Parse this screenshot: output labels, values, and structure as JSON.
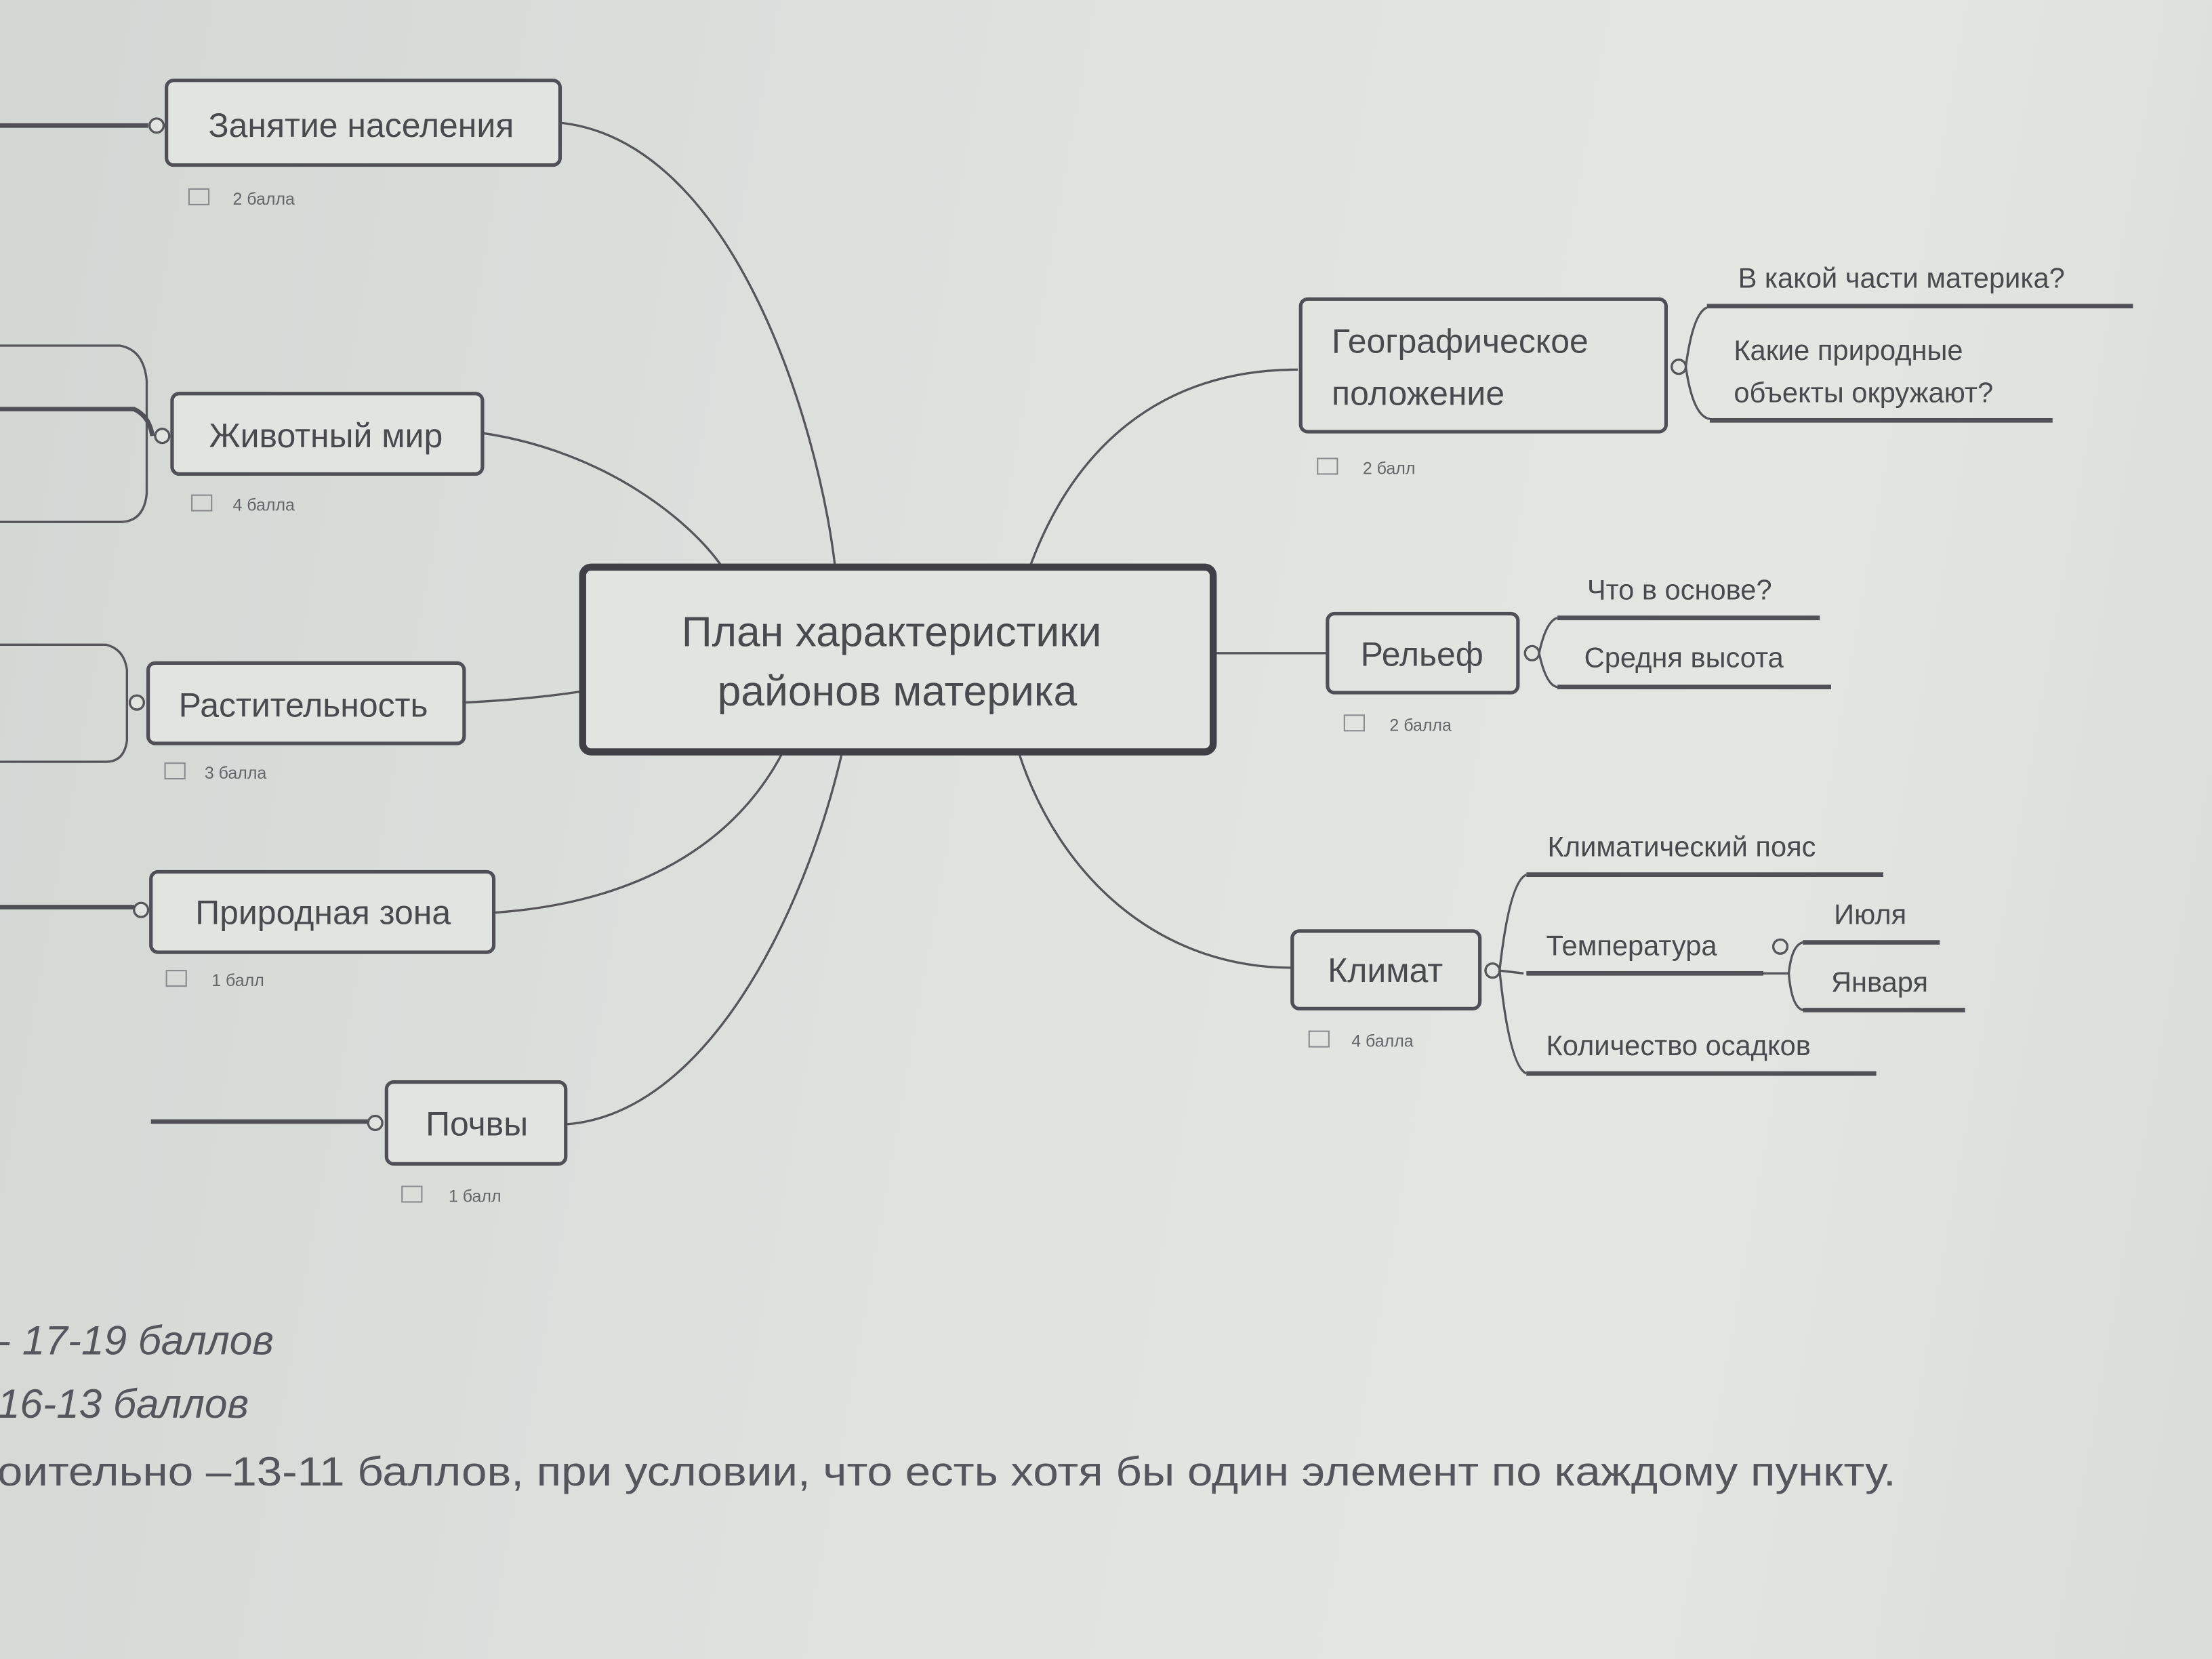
{
  "center": {
    "line1": "План характеристики",
    "line2": "районов материка"
  },
  "left_nodes": [
    {
      "label": "Занятие населения",
      "badge": "2 балла"
    },
    {
      "label": "Животный мир",
      "badge": "4 балла"
    },
    {
      "label": "Растительность",
      "badge": "3 балла"
    },
    {
      "label": "Природная зона",
      "badge": "1 балл"
    },
    {
      "label": "Почвы",
      "badge": "1 балл"
    }
  ],
  "geo": {
    "line1": "Географическое",
    "line2": "положение",
    "badge": "2 балл",
    "children": [
      "В какой части материка?",
      "Какие природные",
      "объекты окружают?"
    ]
  },
  "relief": {
    "label": "Рельеф",
    "badge": "2 балла",
    "children": [
      "Что в основе?",
      "Средня высота"
    ]
  },
  "climate": {
    "label": "Климат",
    "badge": "4 балла",
    "children": [
      "Климатический пояс",
      "Температура",
      "Количество осадков"
    ],
    "temperature_children": [
      "Июля",
      "Января"
    ]
  },
  "criteria": [
    "- 17-19 баллов",
    "16-13 баллов",
    "оительно –13-11 баллов, при условии, что есть хотя бы один элемент по каждому пункту."
  ]
}
